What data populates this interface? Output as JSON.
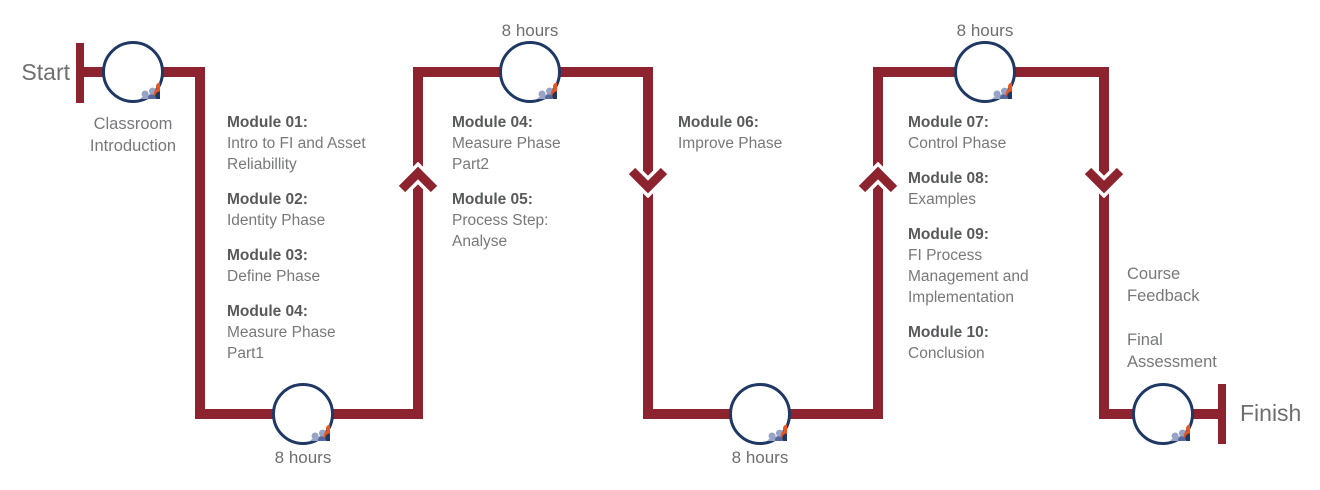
{
  "colors": {
    "path_maroon": "#8d232f",
    "circle_navy": "#1f3864",
    "person_orange": "#e8541f",
    "person_light": "#98a4c6",
    "person_mid": "#56699e",
    "text_dark_gray": "#58595b",
    "text_gray": "#77787a"
  },
  "endpoints": {
    "start": "Start",
    "finish": "Finish"
  },
  "nodes": [
    {
      "caption": "Classroom\nIntroduction"
    },
    {
      "caption": "8 hours"
    },
    {
      "caption": "8 hours"
    },
    {
      "caption": "8 hours"
    },
    {
      "caption": "8 hours"
    }
  ],
  "module_blocks": [
    {
      "modules": [
        {
          "title": "Module 01:",
          "body": "Intro to FI and Asset\nReliabillity"
        },
        {
          "title": "Module 02:",
          "body": "Identity Phase"
        },
        {
          "title": "Module 03:",
          "body": "Define Phase"
        },
        {
          "title": "Module 04:",
          "body": "Measure Phase\nPart1"
        }
      ]
    },
    {
      "modules": [
        {
          "title": "Module 04:",
          "body": "Measure Phase\nPart2"
        },
        {
          "title": "Module 05:",
          "body": "Process Step:\nAnalyse"
        }
      ]
    },
    {
      "modules": [
        {
          "title": "Module 06:",
          "body": "Improve Phase"
        }
      ]
    },
    {
      "modules": [
        {
          "title": "Module 07:",
          "body": "Control Phase"
        },
        {
          "title": "Module 08:",
          "body": "Examples"
        },
        {
          "title": "Module 09:",
          "body": "FI Process\nManagement and\nImplementation"
        },
        {
          "title": "Module 10:",
          "body": "Conclusion"
        }
      ]
    }
  ],
  "closing": {
    "items": [
      "Course\nFeedback",
      "Final\nAssessment"
    ]
  }
}
